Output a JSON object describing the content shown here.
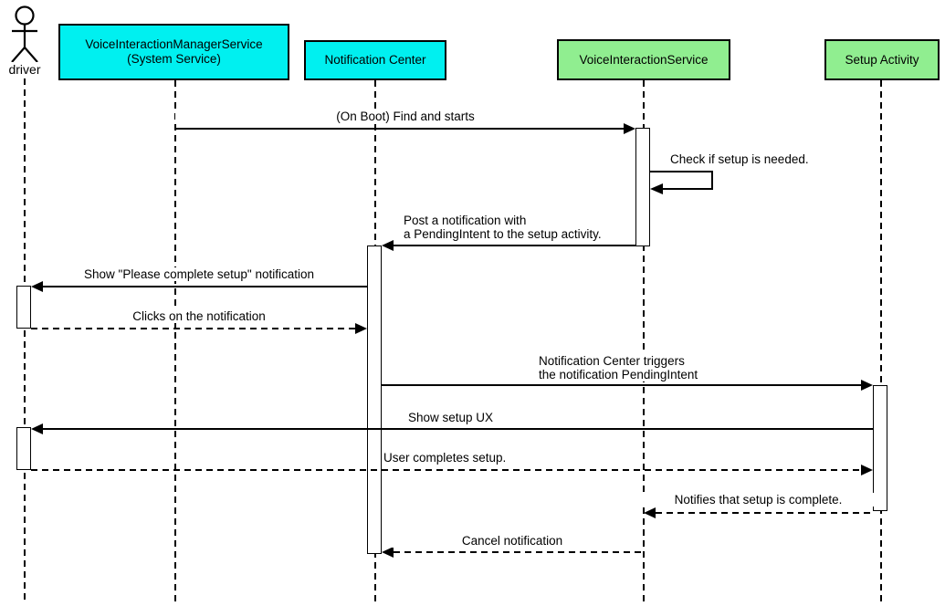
{
  "diagram_type": "uml-sequence-diagram",
  "colors": {
    "system_participant_fill": "#00F0F0",
    "app_participant_fill": "#90EE90",
    "stroke": "#000000",
    "background": "#FFFFFF"
  },
  "actor": {
    "label": "driver"
  },
  "participants": [
    {
      "id": "vims",
      "label": "VoiceInteractionManagerService\n(System Service)",
      "kind": "system"
    },
    {
      "id": "notification-center",
      "label": "Notification Center",
      "kind": "system"
    },
    {
      "id": "vis",
      "label": "VoiceInteractionService",
      "kind": "app"
    },
    {
      "id": "setup-activity",
      "label": "Setup Activity",
      "kind": "app"
    }
  ],
  "messages": [
    {
      "label": "(On Boot) Find and starts",
      "from": "VoiceInteractionManagerService",
      "to": "VoiceInteractionService",
      "line": "solid"
    },
    {
      "label": "Check if setup is needed.",
      "from": "VoiceInteractionService",
      "to": "VoiceInteractionService",
      "line": "solid",
      "self": true
    },
    {
      "label": "Post a notification with\na PendingIntent to the setup activity.",
      "from": "VoiceInteractionService",
      "to": "Notification Center",
      "line": "solid"
    },
    {
      "label": "Show \"Please complete setup\" notification",
      "from": "Notification Center",
      "to": "driver",
      "line": "solid"
    },
    {
      "label": "Clicks on the notification",
      "from": "driver",
      "to": "Notification Center",
      "line": "dashed"
    },
    {
      "label": "Notification Center triggers\nthe notification PendingIntent",
      "from": "Notification Center",
      "to": "Setup Activity",
      "line": "solid"
    },
    {
      "label": "Show setup UX",
      "from": "Setup Activity",
      "to": "driver",
      "line": "solid"
    },
    {
      "label": "User completes setup.",
      "from": "driver",
      "to": "Setup Activity",
      "line": "dashed"
    },
    {
      "label": "Notifies that setup is complete.",
      "from": "Setup Activity",
      "to": "VoiceInteractionService",
      "line": "dashed"
    },
    {
      "label": "Cancel notification",
      "from": "VoiceInteractionService",
      "to": "Notification Center",
      "line": "dashed"
    }
  ]
}
